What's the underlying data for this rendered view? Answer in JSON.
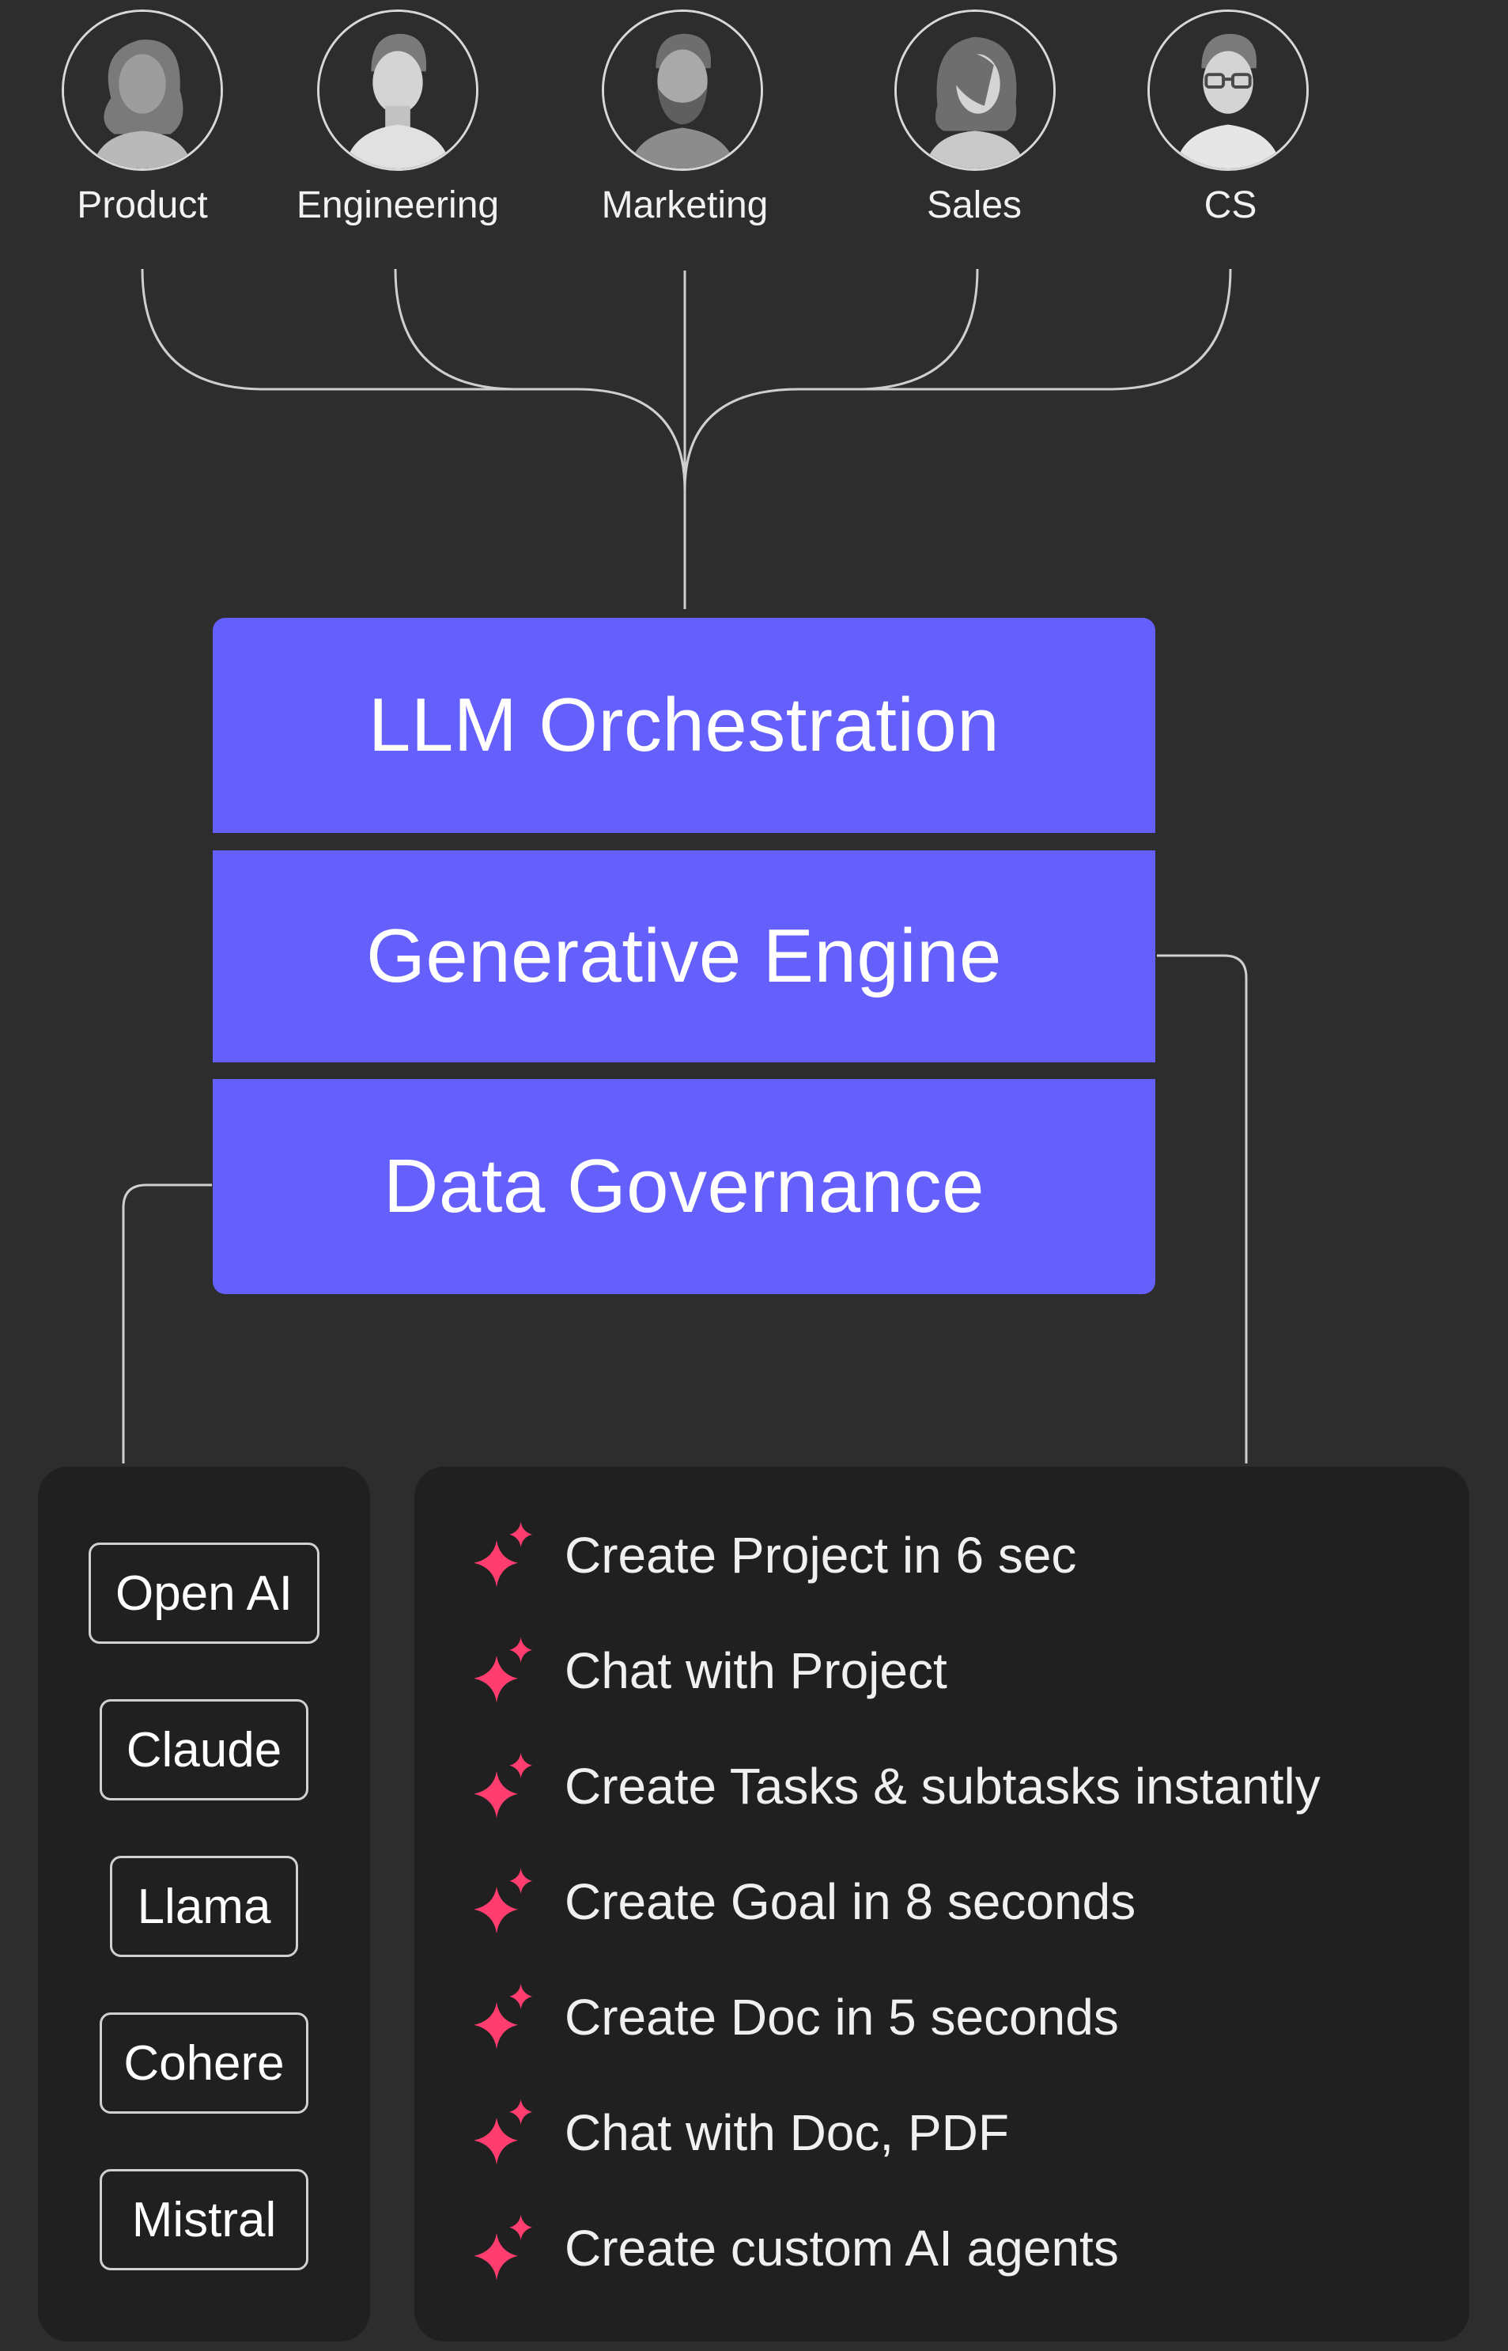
{
  "teams": [
    {
      "label": "Product",
      "avatar": "woman-avatar-icon"
    },
    {
      "label": "Engineering",
      "avatar": "man-avatar-icon"
    },
    {
      "label": "Marketing",
      "avatar": "bearded-man-avatar-icon"
    },
    {
      "label": "Sales",
      "avatar": "woman-avatar-icon"
    },
    {
      "label": "CS",
      "avatar": "man-with-glasses-avatar-icon"
    }
  ],
  "layers": {
    "llm_orchestration": "LLM Orchestration",
    "generative_engine": "Generative Engine",
    "data_governance": "Data Governance"
  },
  "models": [
    "Open AI",
    "Claude",
    "Llama",
    "Cohere",
    "Mistral"
  ],
  "features": [
    "Create Project in 6 sec",
    "Chat with Project",
    "Create Tasks & subtasks instantly",
    "Create Goal in 8 seconds",
    "Create Doc in 5 seconds",
    "Chat with Doc, PDF",
    "Create custom AI agents"
  ],
  "icons": {
    "feature_bullet": "sparkle-icon"
  },
  "colors": {
    "background": "#2d2d2e",
    "layer_fill": "#655ffc",
    "panel_fill": "#202021",
    "sparkle": "#ff3d6e",
    "connector": "#cfcfcf"
  }
}
